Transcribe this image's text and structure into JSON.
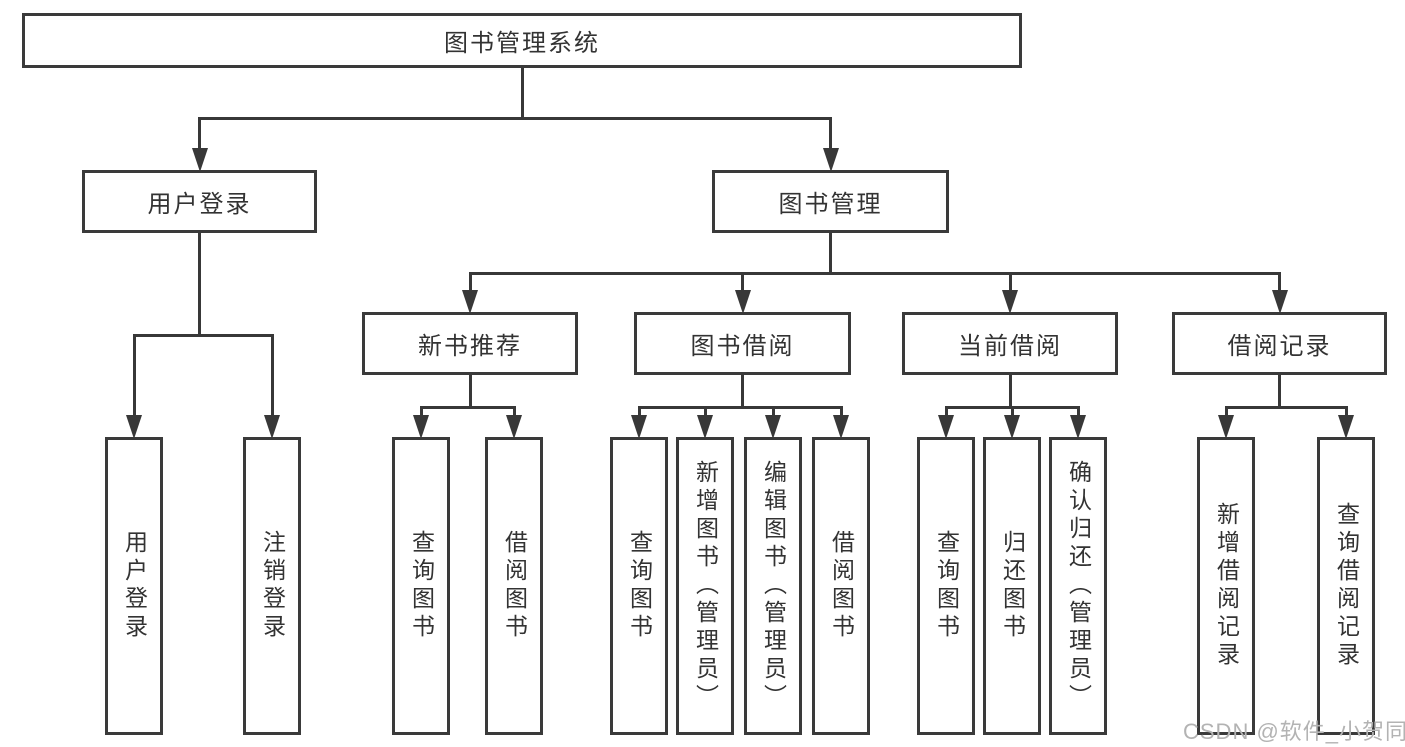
{
  "diagram": {
    "title": "图书管理系统",
    "watermark": "CSDN @软件_小贺同学",
    "colors": {
      "background": "#ffffff",
      "box_border": "#3a3a3a",
      "line": "#383838",
      "text": "#333333",
      "watermark": "#b3b3b3"
    },
    "nodes": [
      {
        "id": "root",
        "label": "图书管理系统",
        "parent": null,
        "level": 1
      },
      {
        "id": "user-login",
        "label": "用户登录",
        "parent": "root",
        "level": 2
      },
      {
        "id": "book-mgmt",
        "label": "图书管理",
        "parent": "root",
        "level": 2
      },
      {
        "id": "new-book-rec",
        "label": "新书推荐",
        "parent": "book-mgmt",
        "level": 3
      },
      {
        "id": "book-borrow",
        "label": "图书借阅",
        "parent": "book-mgmt",
        "level": 3
      },
      {
        "id": "current-borrow",
        "label": "当前借阅",
        "parent": "book-mgmt",
        "level": 3
      },
      {
        "id": "borrow-record",
        "label": "借阅记录",
        "parent": "book-mgmt",
        "level": 3
      },
      {
        "id": "leaf-user-login",
        "label": "用户登录",
        "parent": "user-login",
        "level": 4
      },
      {
        "id": "leaf-logout",
        "label": "注销登录",
        "parent": "user-login",
        "level": 4
      },
      {
        "id": "rec-query-book",
        "label": "查询图书",
        "parent": "new-book-rec",
        "level": 4
      },
      {
        "id": "rec-borrow-book",
        "label": "借阅图书",
        "parent": "new-book-rec",
        "level": 4
      },
      {
        "id": "bb-query-book",
        "label": "查询图书",
        "parent": "book-borrow",
        "level": 4
      },
      {
        "id": "bb-add-book",
        "label": "新增图书（管理员）",
        "parent": "book-borrow",
        "level": 4
      },
      {
        "id": "bb-edit-book",
        "label": "编辑图书（管理员）",
        "parent": "book-borrow",
        "level": 4
      },
      {
        "id": "bb-borrow-book",
        "label": "借阅图书",
        "parent": "book-borrow",
        "level": 4
      },
      {
        "id": "cb-query-book",
        "label": "查询图书",
        "parent": "current-borrow",
        "level": 4
      },
      {
        "id": "cb-return-book",
        "label": "归还图书",
        "parent": "current-borrow",
        "level": 4
      },
      {
        "id": "cb-confirm-return",
        "label": "确认归还（管理员）",
        "parent": "current-borrow",
        "level": 4
      },
      {
        "id": "br-add-record",
        "label": "新增借阅记录",
        "parent": "borrow-record",
        "level": 4
      },
      {
        "id": "br-query-record",
        "label": "查询借阅记录",
        "parent": "borrow-record",
        "level": 4
      }
    ]
  }
}
